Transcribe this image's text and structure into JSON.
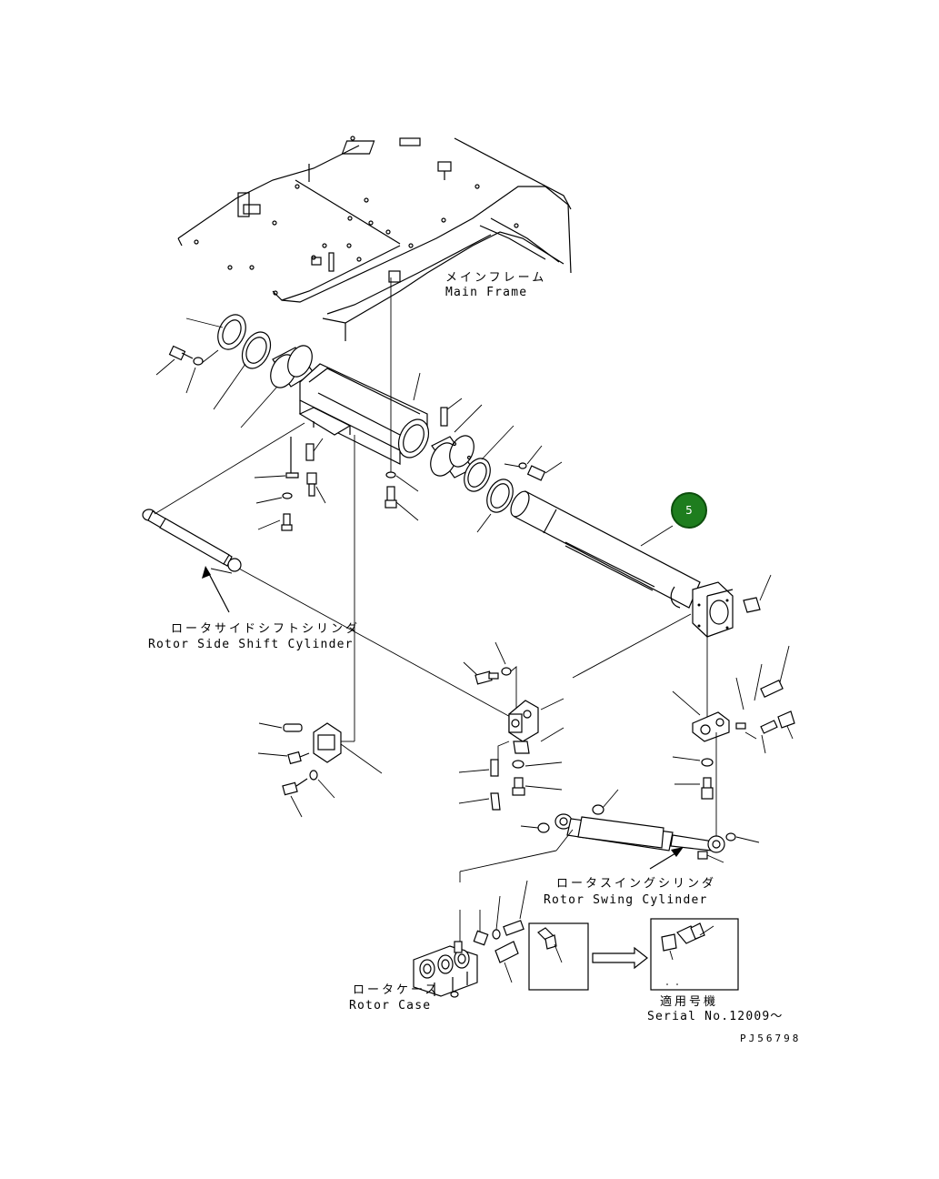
{
  "labels": {
    "main_frame_jp": "メインフレーム",
    "main_frame_en": "Main Frame",
    "side_shift_jp": "ロータサイドシフトシリンダ",
    "side_shift_en": "Rotor Side Shift Cylinder",
    "swing_jp": "ロータスイングシリンダ",
    "swing_en": "Rotor Swing Cylinder",
    "case_jp": "ロータケース",
    "case_en": "Rotor Case",
    "applicable_jp": "適用号機",
    "serial_en": "Serial No.12009～",
    "drawing_code": "PJ56798"
  },
  "callout": {
    "number": "5",
    "color": "#1e7d1e"
  }
}
